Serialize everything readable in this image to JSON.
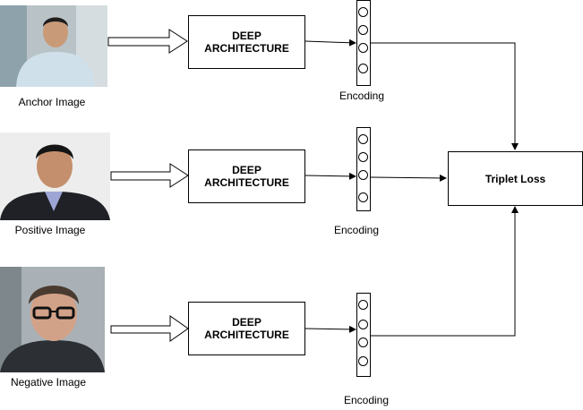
{
  "rows": [
    {
      "photo_label": "Anchor Image",
      "box_label": "DEEP\nARCHITECTURE",
      "encoding_label": "Encoding"
    },
    {
      "photo_label": "Positive Image",
      "box_label": "DEEP\nARCHITECTURE",
      "encoding_label": "Encoding"
    },
    {
      "photo_label": "Negative Image",
      "box_label": "DEEP\nARCHITECTURE",
      "encoding_label": "Encoding"
    }
  ],
  "loss": {
    "label": "Triplet Loss"
  }
}
